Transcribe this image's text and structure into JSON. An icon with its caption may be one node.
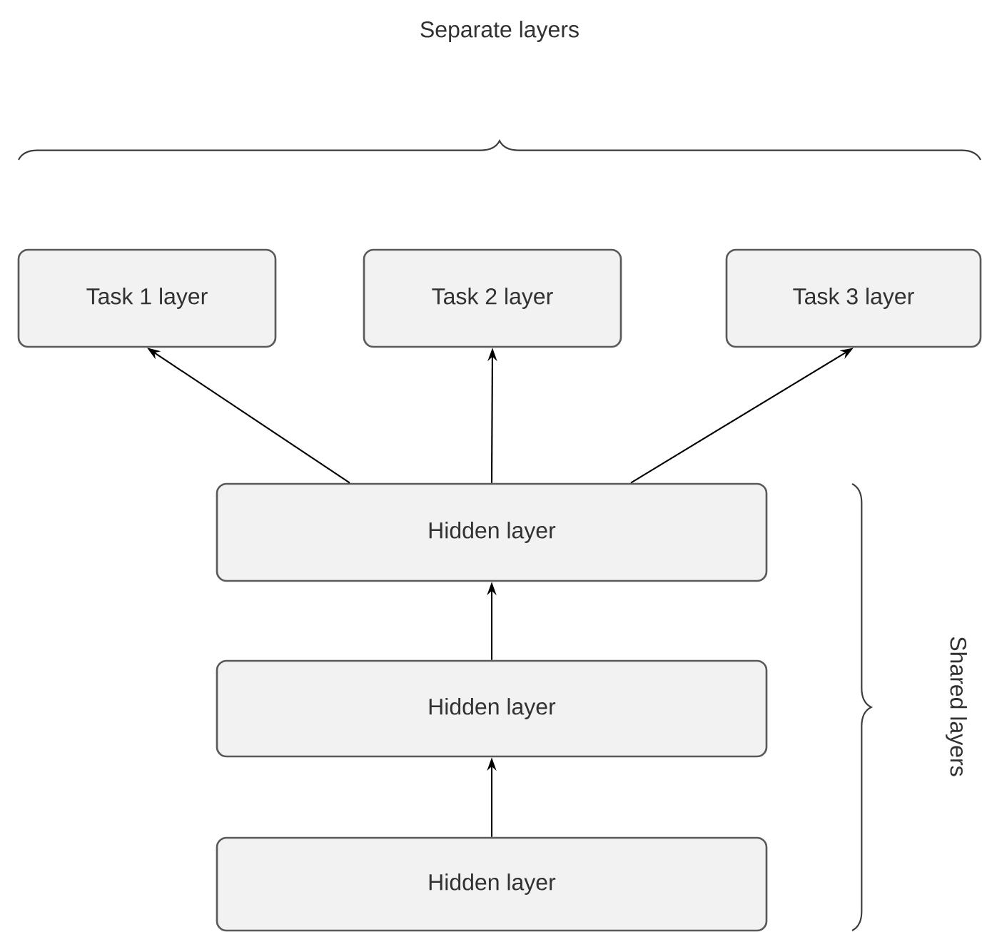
{
  "diagram": {
    "nodes": [
      {
        "text": [
          "Task 1 layer"
        ]
      },
      {
        "text": [
          "Task 2 layer"
        ]
      },
      {
        "text": [
          "Task 3 layer"
        ]
      },
      {
        "text": [
          "Hidden layer"
        ]
      },
      {
        "text": [
          "Hidden layer"
        ]
      },
      {
        "text": [
          "Hidden layer"
        ]
      }
    ],
    "edges": [
      {
        "from": 3,
        "to": 0,
        "arrow": "to"
      },
      {
        "from": 3,
        "to": 1,
        "arrow": "to"
      },
      {
        "from": 3,
        "to": 2,
        "arrow": "to"
      },
      {
        "from": 4,
        "to": 3,
        "arrow": "to"
      },
      {
        "from": 5,
        "to": 4,
        "arrow": "to"
      }
    ],
    "labels": [
      "Separate layers",
      "Shared layers"
    ]
  }
}
